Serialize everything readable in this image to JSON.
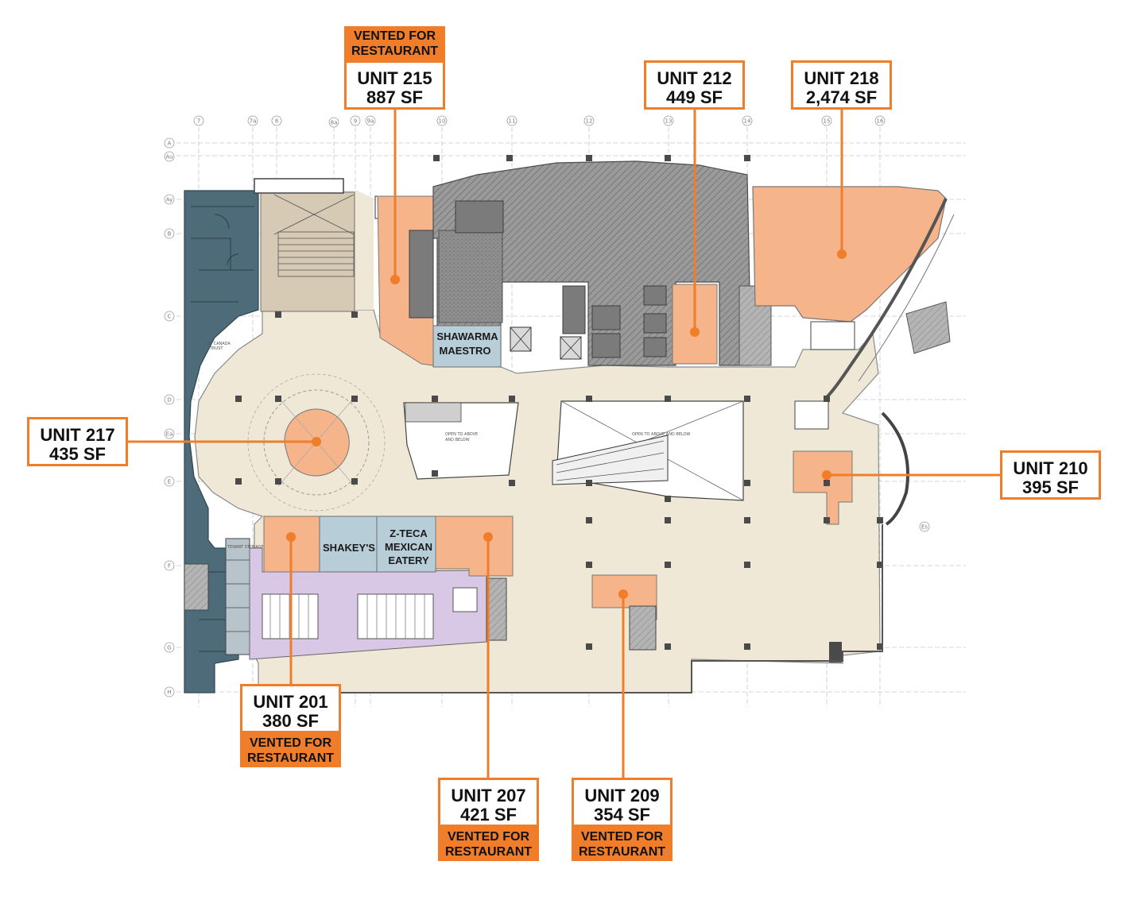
{
  "colors": {
    "accent": "#f07d2a",
    "unit_fill": "#f5b48a",
    "common_area": "#efe8d6",
    "back_of_house": "#4d6b78",
    "structure_hatch": "#8e8e8e",
    "tenant_blue": "#b7cdd8",
    "washroom_purple": "#d8c8e6",
    "stair_beige": "#d6cab4"
  },
  "callouts": [
    {
      "id": "215",
      "unit": "UNIT 215",
      "area": "887 SF",
      "vented": "VENTED FOR RESTAURANT"
    },
    {
      "id": "212",
      "unit": "UNIT 212",
      "area": "449 SF",
      "vented": ""
    },
    {
      "id": "218",
      "unit": "UNIT 218",
      "area": "2,474 SF",
      "vented": ""
    },
    {
      "id": "217",
      "unit": "UNIT 217",
      "area": "435 SF",
      "vented": ""
    },
    {
      "id": "210",
      "unit": "UNIT 210",
      "area": "395 SF",
      "vented": ""
    },
    {
      "id": "201",
      "unit": "UNIT 201",
      "area": "380 SF",
      "vented": "VENTED FOR RESTAURANT"
    },
    {
      "id": "207",
      "unit": "UNIT 207",
      "area": "421 SF",
      "vented": "VENTED FOR RESTAURANT"
    },
    {
      "id": "209",
      "unit": "UNIT 209",
      "area": "354 SF",
      "vented": "VENTED FOR RESTAURANT"
    }
  ],
  "tenants": {
    "shawarma": [
      "SHAWARMA",
      "MAESTRO"
    ],
    "shakeys": [
      "SHAKEY'S"
    ],
    "zteca": [
      "Z-TECA",
      "MEXICAN",
      "EATERY"
    ]
  },
  "grid": {
    "columns": [
      "7",
      "7a",
      "8",
      "8a",
      "9",
      "9a",
      "10",
      "11",
      "12",
      "13",
      "14",
      "15",
      "16"
    ],
    "rows": [
      "A",
      "Au",
      "Ay",
      "B",
      "C",
      "D",
      "Ea",
      "E",
      "F",
      "G",
      "H"
    ],
    "marker_es": "Es"
  },
  "plan_notes": {
    "open_left": [
      "OPEN TO ABOVE",
      "AND BELOW"
    ],
    "open_right": [
      "OPEN TO ABOVE AND BELOW"
    ],
    "to_canada": [
      "TO CANADA",
      "TRUST"
    ],
    "tenant_storage": "TENANT STORAGE"
  }
}
